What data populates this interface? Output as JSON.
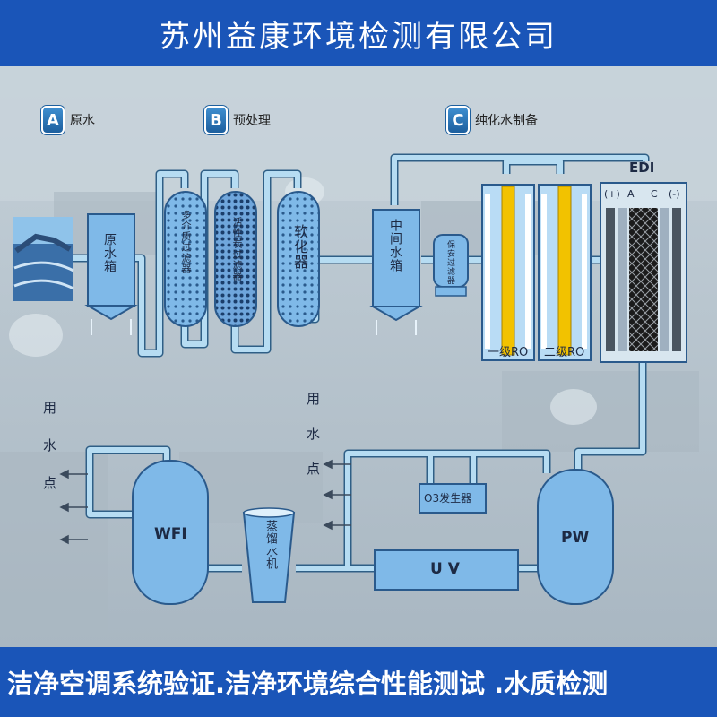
{
  "header": {
    "title": "苏州益康环境检测有限公司"
  },
  "footer": {
    "text": "洁净空调系统验证.洁净环境综合性能测试 .水质检测"
  },
  "sections": [
    {
      "badge": "A",
      "label": "原水"
    },
    {
      "badge": "B",
      "label": "预处理"
    },
    {
      "badge": "C",
      "label": "纯化水制备"
    }
  ],
  "equipment": {
    "raw_tank": "原水箱",
    "multimedia_filter": "多介质过滤器",
    "carbon_filter": "活性炭过滤器",
    "softener": "软化器",
    "intermediate_tank": "中间水箱",
    "security_filter": "保安过滤器",
    "ro1": "一级RO",
    "ro2": "二级RO",
    "edi": "EDI",
    "edi_plus": "(+)",
    "edi_a": "A",
    "edi_c": "C",
    "edi_minus": "(-)",
    "wfi": "WFI",
    "distiller": "蒸馏水机",
    "uv": "U V",
    "ozone": "O3发生器",
    "pw": "PW"
  },
  "use_points_left": [
    "用",
    "水",
    "点"
  ],
  "use_points_mid": [
    "用",
    "水",
    "点"
  ],
  "colors": {
    "banner": "#1a55b8",
    "pipe": "#9fcdeb",
    "pipe_edge": "#2f5f86",
    "vessel": "#7fb9e8",
    "vessel_edge": "#2a5a8c",
    "ro_core": "#f2c200"
  }
}
